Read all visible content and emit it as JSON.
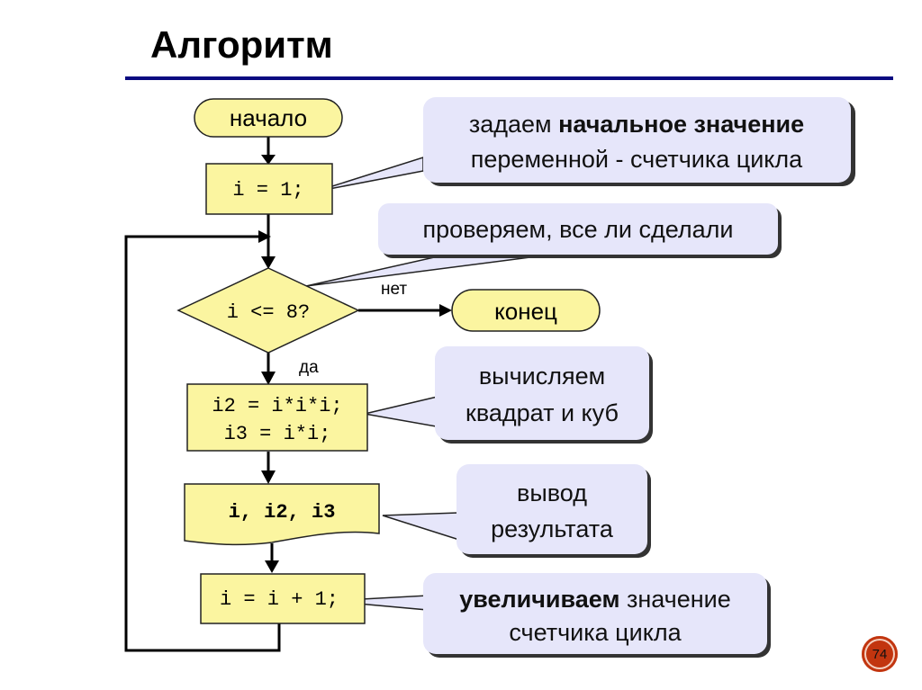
{
  "slide": {
    "title": "Алгоритм",
    "page_number": "74",
    "colors": {
      "title_rule": "#0a0a80",
      "node_fill": "#fbf5a0",
      "bubble_fill": "#e6e6fa",
      "page_badge": "#c2350f"
    }
  },
  "flowchart": {
    "start": "начало",
    "end": "конец",
    "init": "i = 1;",
    "condition": "i <= 8?",
    "branch_no": "нет",
    "branch_yes": "да",
    "compute_line1": "i2 = i*i*i;",
    "compute_line2": "i3 = i*i;",
    "output": "i, i2, i3",
    "increment": "i = i + 1;"
  },
  "callouts": {
    "init": {
      "line1_normal": "задаем ",
      "line1_bold": "начальное значение",
      "line2": "переменной - счетчика цикла"
    },
    "check": {
      "line1": "проверяем, все ли сделали"
    },
    "compute": {
      "line1": "вычисляем",
      "line2": "квадрат и куб"
    },
    "output": {
      "line1": "вывод",
      "line2": "результата"
    },
    "increment": {
      "line1_bold": "увеличиваем",
      "line1_normal": " значение",
      "line2": "счетчика цикла"
    }
  }
}
